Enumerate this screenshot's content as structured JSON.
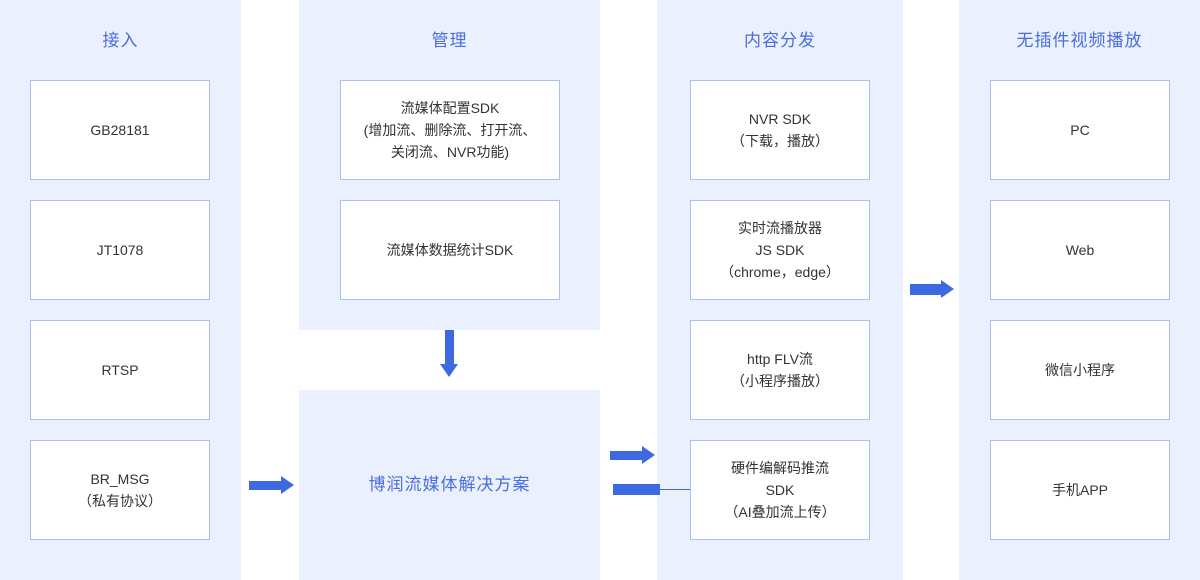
{
  "columns": [
    {
      "id": "access",
      "title": "接入",
      "boxes": [
        {
          "lines": [
            "GB28181"
          ]
        },
        {
          "lines": [
            "JT1078"
          ]
        },
        {
          "lines": [
            "RTSP"
          ]
        },
        {
          "lines": [
            "BR_MSG",
            "（私有协议）"
          ]
        }
      ]
    },
    {
      "id": "management",
      "title": "管理",
      "boxes": [
        {
          "lines": [
            "流媒体配置SDK",
            "(增加流、删除流、打开流、",
            "关闭流、NVR功能)"
          ]
        },
        {
          "lines": [
            "流媒体数据统计SDK"
          ]
        }
      ]
    },
    {
      "id": "distribution",
      "title": "内容分发",
      "boxes": [
        {
          "lines": [
            "NVR SDK",
            "（下载，播放）"
          ]
        },
        {
          "lines": [
            "实时流播放器",
            "JS SDK",
            "（chrome，edge）"
          ]
        },
        {
          "lines": [
            "http FLV流",
            "（小程序播放）"
          ]
        },
        {
          "lines": [
            "硬件编解码推流",
            "SDK",
            "（AI叠加流上传）"
          ]
        }
      ]
    },
    {
      "id": "playback",
      "title": "无插件视频播放",
      "boxes": [
        {
          "lines": [
            "PC"
          ]
        },
        {
          "lines": [
            "Web"
          ]
        },
        {
          "lines": [
            "微信小程序"
          ]
        },
        {
          "lines": [
            "手机APP"
          ]
        }
      ]
    }
  ],
  "solution": {
    "label": "博润流媒体解决方案"
  },
  "colors": {
    "accent": "#4a6ee0",
    "arrow": "#3d6ae0",
    "panel": "#eaf0fd",
    "border": "#a9c0f0",
    "text": "#333333"
  }
}
